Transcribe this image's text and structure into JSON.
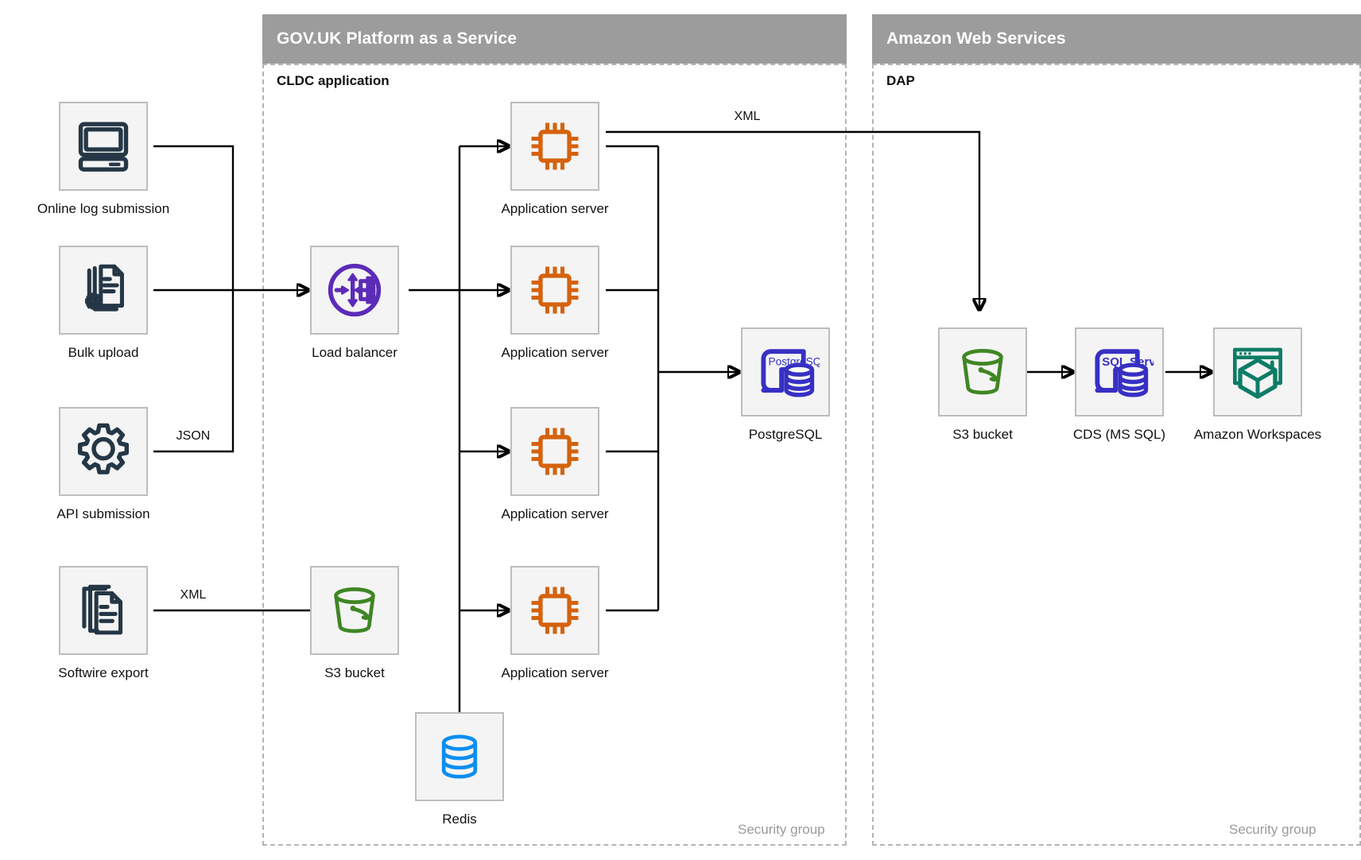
{
  "diagram": {
    "title_groups": [
      {
        "name": "govuk-paas",
        "label": "GOV.UK Platform as a Service"
      },
      {
        "name": "aws",
        "label": "Amazon Web Services"
      }
    ],
    "subgroups": [
      {
        "name": "cldc-application",
        "label": "CLDC application"
      },
      {
        "name": "dap",
        "label": "DAP"
      }
    ],
    "security_labels": [
      {
        "name": "security-group-paas",
        "label": "Security group"
      },
      {
        "name": "security-group-aws",
        "label": "Security group"
      }
    ]
  },
  "nodes": {
    "online_log_submission": {
      "label": "Online log submission",
      "icon": "desktop-computer-icon",
      "color": "#253746"
    },
    "bulk_upload": {
      "label": "Bulk upload",
      "icon": "document-gear-icon",
      "color": "#253746"
    },
    "api_submission": {
      "label": "API submission",
      "icon": "gear-icon",
      "color": "#253746"
    },
    "softwire_export": {
      "label": "Softwire export",
      "icon": "documents-stack-icon",
      "color": "#253746"
    },
    "load_balancer": {
      "label": "Load balancer",
      "icon": "load-balancer-icon",
      "color": "#5c2bb8"
    },
    "app_server_1": {
      "label": "Application server",
      "icon": "cpu-chip-icon",
      "color": "#d5620d"
    },
    "app_server_2": {
      "label": "Application server",
      "icon": "cpu-chip-icon",
      "color": "#d5620d"
    },
    "app_server_3": {
      "label": "Application server",
      "icon": "cpu-chip-icon",
      "color": "#d5620d"
    },
    "app_server_4": {
      "label": "Application server",
      "icon": "cpu-chip-icon",
      "color": "#d5620d"
    },
    "s3_bucket_paas": {
      "label": "S3 bucket",
      "icon": "s3-bucket-icon",
      "color": "#3f8624"
    },
    "redis": {
      "label": "Redis",
      "icon": "redis-database-icon",
      "color": "#0b8ef0"
    },
    "postgresql": {
      "label": "PostgreSQL",
      "icon": "postgresql-database-icon",
      "color": "#3730c4",
      "badge": "PostgreSQL"
    },
    "s3_bucket_aws": {
      "label": "S3 bucket",
      "icon": "s3-bucket-icon",
      "color": "#3f8624"
    },
    "cds_ms_sql": {
      "label": "CDS (MS SQL)",
      "icon": "sql-server-database-icon",
      "color": "#3730c4",
      "badge": "SQL Server"
    },
    "amazon_workspaces": {
      "label": "Amazon Workspaces",
      "icon": "amazon-workspaces-icon",
      "color": "#0e7c66"
    }
  },
  "edges": [
    {
      "name": "edge-api-to-loadbalancer",
      "label": "JSON"
    },
    {
      "name": "edge-softwire-to-s3",
      "label": "XML"
    },
    {
      "name": "edge-appserver-to-s3-aws",
      "label": "XML"
    }
  ],
  "colors": {
    "group_header_bg": "#9c9c9c",
    "group_header_text": "#ffffff",
    "node_bg": "#f4f4f4",
    "node_border": "#bdbdbd",
    "dashed_border": "#b4b4b4",
    "connector": "#000000",
    "muted_text": "#9a9a9a"
  }
}
